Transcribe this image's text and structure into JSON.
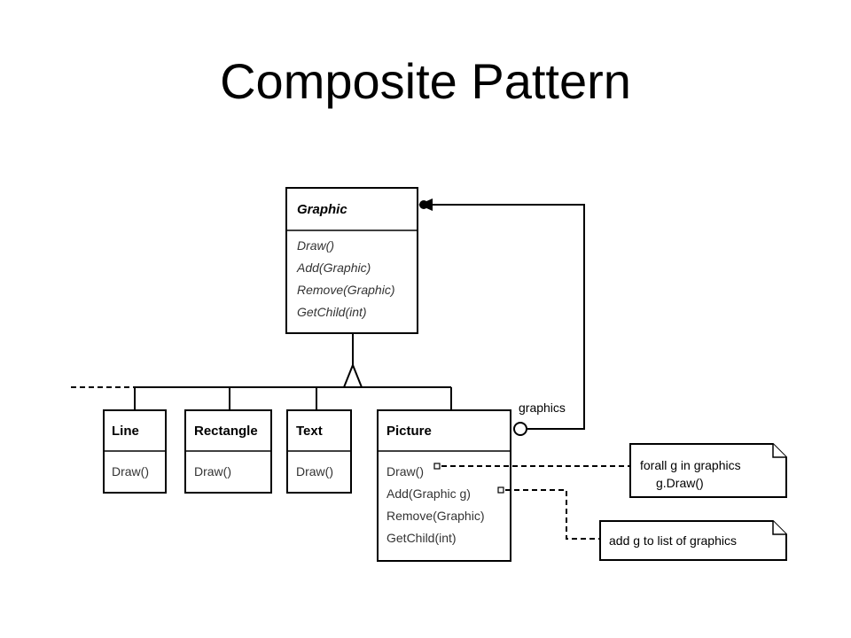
{
  "title": "Composite Pattern",
  "classes": {
    "graphic": {
      "name": "Graphic",
      "ops": [
        "Draw()",
        "Add(Graphic)",
        "Remove(Graphic)",
        "GetChild(int)"
      ]
    },
    "line": {
      "name": "Line",
      "ops": [
        "Draw()"
      ]
    },
    "rectangle": {
      "name": "Rectangle",
      "ops": [
        "Draw()"
      ]
    },
    "text": {
      "name": "Text",
      "ops": [
        "Draw()"
      ]
    },
    "picture": {
      "name": "Picture",
      "ops": [
        "Draw()",
        "Add(Graphic g)",
        "Remove(Graphic)",
        "GetChild(int)"
      ]
    }
  },
  "labels": {
    "aggregation": "graphics"
  },
  "notes": {
    "draw_note": [
      "forall g in graphics",
      "g.Draw()"
    ],
    "add_note": [
      "add g to list of graphics"
    ]
  }
}
